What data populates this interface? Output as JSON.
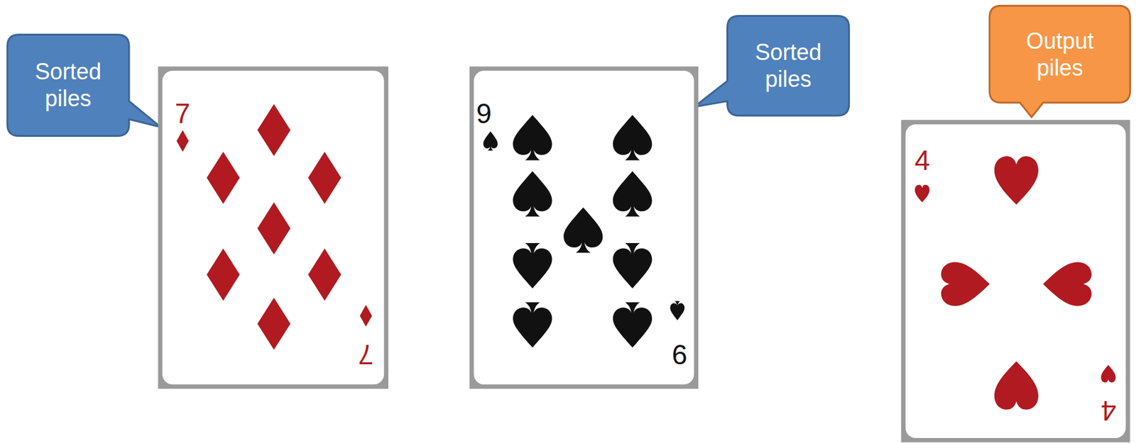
{
  "diagram": {
    "nodes": [
      {
        "text": [
          "Sorted piles"
        ]
      },
      {
        "text": [
          "7",
          "7"
        ]
      },
      {
        "text": [
          "9",
          "9"
        ]
      },
      {
        "text": [
          "Sorted piles"
        ]
      },
      {
        "text": [
          "Output piles"
        ]
      },
      {
        "text": [
          "4",
          "4"
        ]
      }
    ]
  }
}
